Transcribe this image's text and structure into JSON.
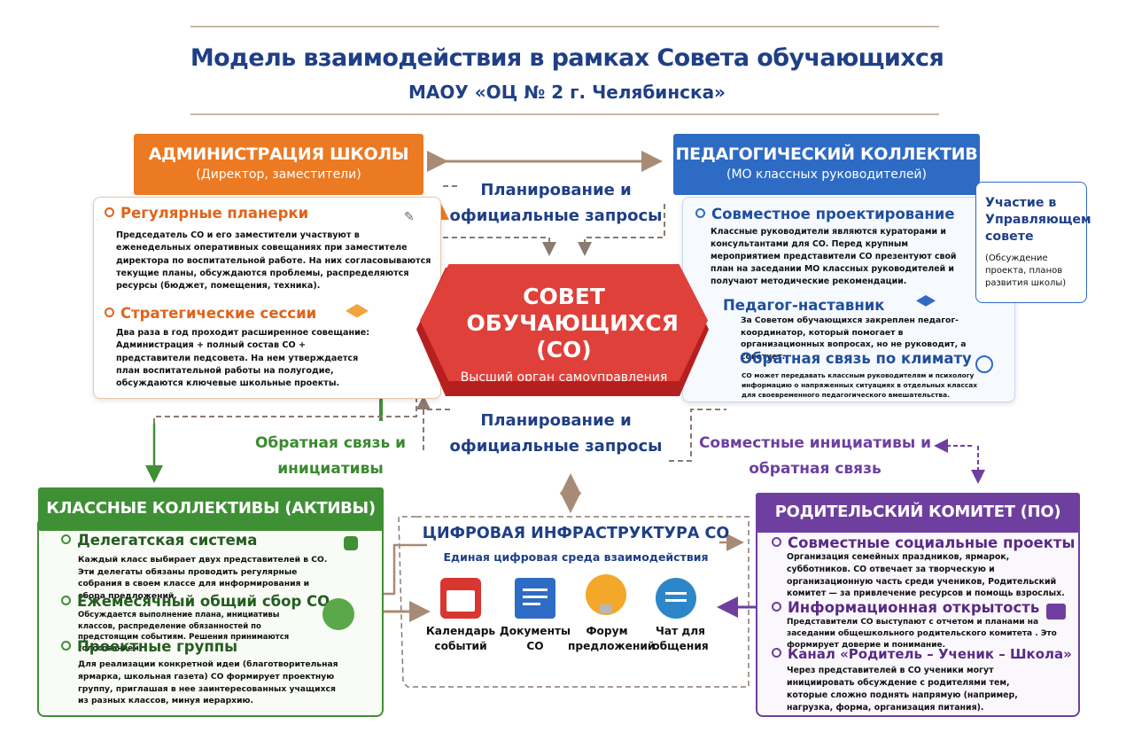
{
  "title": {
    "line1": "Модель взаимодействия в рамках Совета обучающихся",
    "line2": "МАОУ «ОЦ № 2 г. Челябинска»"
  },
  "administration": {
    "title": "АДМИНИСТРАЦИЯ ШКОЛЫ",
    "subtitle": "(Директор, заместители)",
    "sections": [
      {
        "title": "Регулярные планерки",
        "text": "Председатель СО и его заместители участвуют в еженедельных оперативных совещаниях при заместителе директора по воспитательной работе. На них согласовываются текущие планы, обсуждаются проблемы, распределяются ресурсы (бюджет, помещения, техника)."
      },
      {
        "title": "Стратегические сессии",
        "text": "Два раза в год проходит расширенное совещание: Администрация + полный состав СО + представители педсовета. На нем утверждается план воспитательной работы на полугодие, обсуждаются ключевые школьные проекты."
      }
    ]
  },
  "pedagogical": {
    "title": "ПЕДАГОГИЧЕСКИЙ КОЛЛЕКТИВ",
    "subtitle": "(МО классных руководителей)",
    "sections": [
      {
        "title": "Совместное проектирование",
        "text": "Классные руководители являются кураторами и консультантами для СО. Перед крупным мероприятием представители СО презентуют свой план на заседании МО классных руководителей и получают методические рекомендации."
      },
      {
        "title": "Педагог-наставник",
        "text": "За Советом обучающихся закреплен педагог-координатор, который помогает в организационных вопросах, но не руководит, а советует."
      },
      {
        "title": "Обратная связь по климату",
        "text": "СО может передавать классным руководителям и психологу информацию о напряженных ситуациях в отдельных классах для своевременного педагогического вмешательства."
      }
    ],
    "side": {
      "title": "Участие в Управляющем совете",
      "text": "(Обсуждение проекта, планов развития школы)"
    }
  },
  "center": {
    "title": "СОВЕТ ОБУЧАЮЩИХСЯ (СО)",
    "subtitle": "Высший орган самоуправления"
  },
  "labels": {
    "planning_top": "Планирование и официальные запросы",
    "planning_bottom": "Планирование и официальные запросы",
    "feedback": "Обратная связь и инициативы",
    "joint": "Совместные инициативы и обратная связь"
  },
  "classes": {
    "title": "КЛАССНЫЕ КОЛЛЕКТИВЫ (АКТИВЫ)",
    "sections": [
      {
        "title": "Делегатская система",
        "text": "Каждый класс выбирает двух представителей в СО. Эти делегаты обязаны проводить регулярные собрания в своем классе для информирования и сбора предложений."
      },
      {
        "title": "Ежемесячный общий сбор СО",
        "text": "Обсуждается выполнение плана, инициативы классов, распределение обязанностей по предстоящим событиям. Решения принимаются голосованием."
      },
      {
        "title": "Проектные группы",
        "text": "Для реализации конкретной идеи (благотворительная ярмарка, школьная газета) СО формирует проектную группу, приглашая в нее заинтересованных учащихся из разных классов, минуя иерархию."
      }
    ]
  },
  "digital": {
    "title": "ЦИФРОВАЯ ИНФРАСТРУКТУРА СО",
    "subtitle": "Единая цифровая среда взаимодействия",
    "tiles": [
      {
        "label": "Календарь событий",
        "icon": "calendar-icon"
      },
      {
        "label": "Документы СО",
        "icon": "documents-icon"
      },
      {
        "label": "Форум предложений",
        "icon": "lightbulb-icon"
      },
      {
        "label": "Чат для общения",
        "icon": "chat-icon"
      }
    ]
  },
  "parents": {
    "title": "РОДИТЕЛЬСКИЙ КОМИТЕТ (ПО)",
    "sections": [
      {
        "title": "Совместные социальные проекты",
        "text": "Организация семейных праздников, ярмарок, субботников. СО отвечает за творческую и организационную часть среди учеников, Родительский комитет — за привлечение ресурсов и помощь взрослых."
      },
      {
        "title": "Информационная открытость",
        "text": "Представители СО выступают с отчетом и планами на заседании общешкольного родительского комитета . Это формирует доверие и понимание."
      },
      {
        "title": "Канал «Родитель – Ученик – Школа»",
        "text": "Через представителей в СО ученики могут инициировать обсуждение с родителями тем, которые сложно поднять напрямую (например, нагрузка, форма, организация питания)."
      }
    ]
  },
  "colors": {
    "orange": "#ec7a22",
    "blue": "#2e6bc4",
    "green": "#3f9035",
    "purple": "#6f3fa0",
    "red": "#d8362f",
    "navy": "#1f3f86"
  }
}
